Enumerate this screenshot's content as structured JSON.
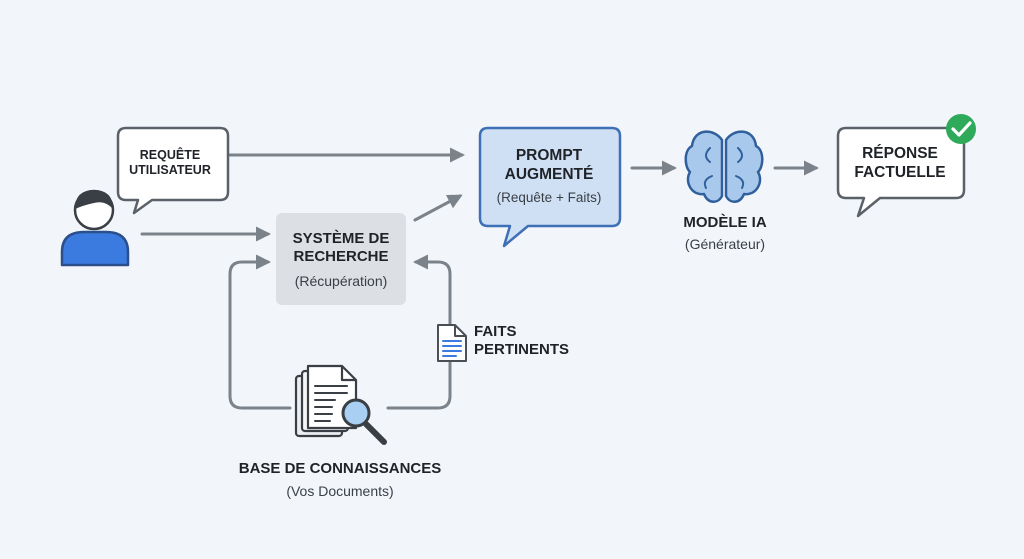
{
  "nodes": {
    "user_query": {
      "label": "REQUÊTE\nUTILISATEUR"
    },
    "retrieval_system": {
      "title": "SYSTÈME DE\nRECHERCHE",
      "subtitle": "(Récupération)"
    },
    "augmented_prompt": {
      "title": "PROMPT\nAUGMENTÉ",
      "subtitle": "(Requête + Faits)"
    },
    "ai_model": {
      "title": "MODÈLE IA",
      "subtitle": "(Générateur)"
    },
    "factual_response": {
      "label": "RÉPONSE\nFACTUELLE"
    },
    "relevant_facts": {
      "label": "FAITS\nPERTINENTS"
    },
    "knowledge_base": {
      "title": "BASE DE CONNAISSANCES",
      "subtitle": "(Vos Documents)"
    }
  },
  "icons": {
    "user": "user-icon",
    "brain": "brain-icon",
    "check": "check-badge-icon",
    "document": "document-icon",
    "search": "document-search-icon"
  },
  "colors": {
    "background": "#f2f6fa",
    "arrow": "#7b8289",
    "bubble_stroke": "#5b6168",
    "prompt_fill": "#cfe0f5",
    "prompt_stroke": "#3f6fb5",
    "system_fill": "#dcdfe3",
    "user_blue": "#3b7be0",
    "brain_fill": "#a9c9ec",
    "brain_stroke": "#2f5f9c",
    "check_green": "#2eaa5a"
  }
}
